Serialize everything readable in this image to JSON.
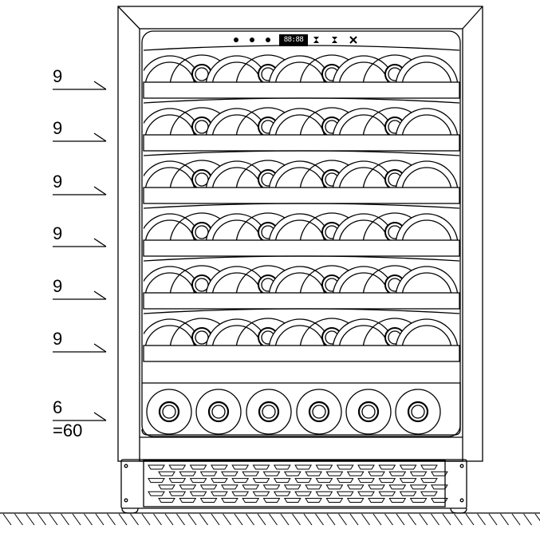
{
  "diagram": {
    "title": "Wine cooler bottle capacity",
    "rows": [
      {
        "count_label": "9",
        "bottles": 9
      },
      {
        "count_label": "9",
        "bottles": 9
      },
      {
        "count_label": "9",
        "bottles": 9
      },
      {
        "count_label": "9",
        "bottles": 9
      },
      {
        "count_label": "9",
        "bottles": 9
      },
      {
        "count_label": "9",
        "bottles": 9
      },
      {
        "count_label": "6",
        "bottles": 6
      }
    ],
    "total_label": "=60",
    "control_panel_icons": [
      "light-icon",
      "humidity-icon",
      "fan-icon",
      "temperature-display",
      "temp-up-icon",
      "temp-down-icon",
      "settings-icon"
    ],
    "display_digits": "88:88",
    "line_color": "#000000",
    "background": "#ffffff"
  }
}
